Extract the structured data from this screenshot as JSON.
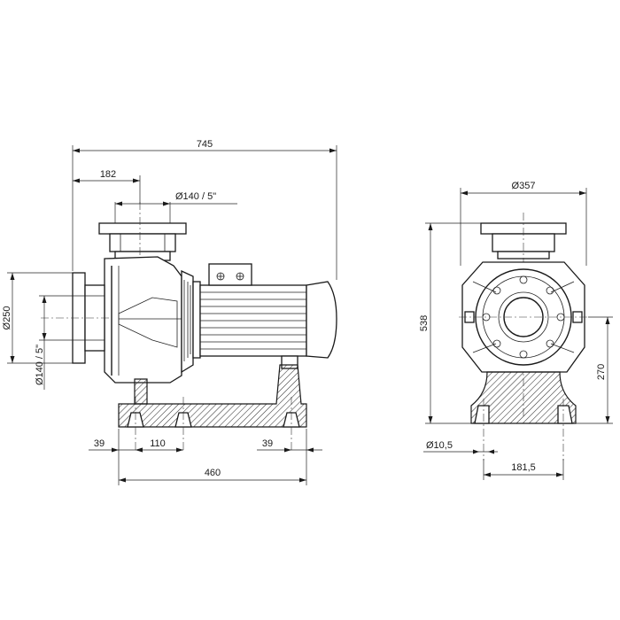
{
  "dimensions": {
    "overall_length": "745",
    "inlet_offset": "182",
    "discharge_flange": "Ø140 / 5\"",
    "suction_flange_outer": "Ø250",
    "suction_flange": "Ø140 / 5\"",
    "base_edge_left": "39",
    "base_hole_spacing": "110",
    "base_edge_right": "39",
    "base_length": "460",
    "flange_diameter": "Ø357",
    "overall_height": "538",
    "shaft_height": "270",
    "mount_hole": "Ø10,5",
    "mount_width": "181,5"
  }
}
